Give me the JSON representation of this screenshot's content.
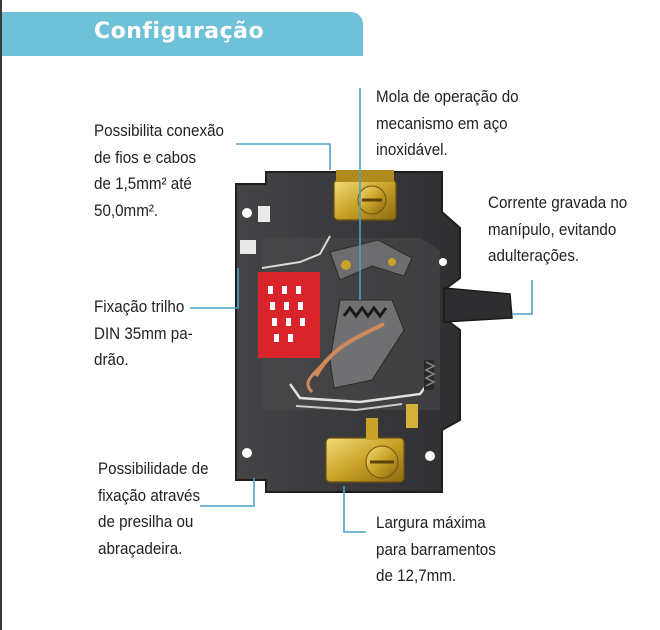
{
  "header": {
    "title": "Configuração"
  },
  "callouts": {
    "wire_connection": "Possibilita conexão\nde fios e cabos\nde 1,5mm² até\n50,0mm².",
    "din_rail": "Fixação trilho\nDIN 35mm pa-\ndrão.",
    "clip_fixing": "Possibilidade de\nfixação através\nde presilha ou\nabraçadeira.",
    "spring": "Mola de operação do\nmecanismo em aço\ninoxidável.",
    "engraved_current": "Corrente gravada no\nmanípulo, evitando\nadulterações.",
    "busbar_width": "Largura máxima\npara barramentos\nde 12,7mm."
  },
  "colors": {
    "header_tab": "#6fc1d8",
    "leader_line": "#4aa3c7",
    "housing": "#3b3b3d",
    "arc_chute": "#d8242a",
    "terminal": "#c9a227"
  }
}
